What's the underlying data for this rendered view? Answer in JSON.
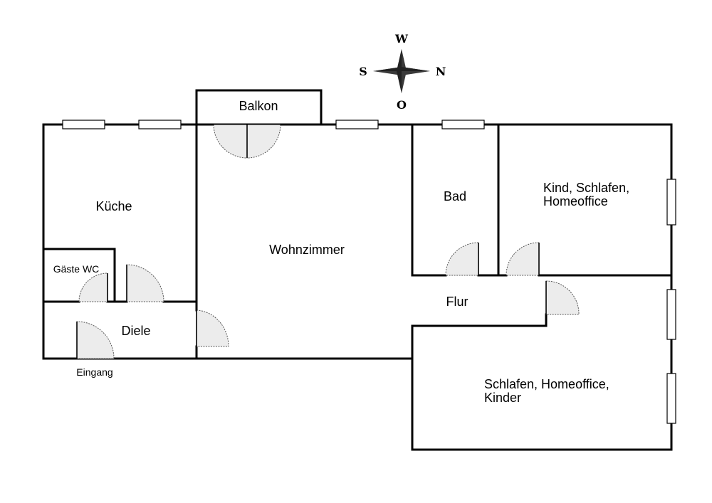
{
  "compass": {
    "top": "W",
    "left": "S",
    "right": "N",
    "bottom": "O"
  },
  "rooms": {
    "balkon": "Balkon",
    "kueche": "Küche",
    "gaeste_wc": "Gäste WC",
    "wohnzimmer": "Wohnzimmer",
    "bad": "Bad",
    "kind_line1": "Kind, Schlafen,",
    "kind_line2": "Homeoffice",
    "flur": "Flur",
    "diele": "Diele",
    "schlafen_line1": "Schlafen, Homeoffice,",
    "schlafen_line2": "Kinder"
  },
  "labels": {
    "eingang": "Eingang"
  }
}
